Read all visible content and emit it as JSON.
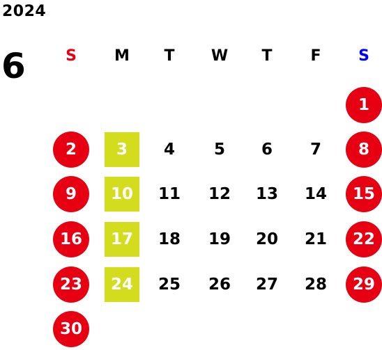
{
  "year": "2024",
  "month": "6",
  "weekdays": [
    {
      "label": "S",
      "color": "#e60012"
    },
    {
      "label": "M",
      "color": "#000000"
    },
    {
      "label": "T",
      "color": "#000000"
    },
    {
      "label": "W",
      "color": "#000000"
    },
    {
      "label": "T",
      "color": "#000000"
    },
    {
      "label": "F",
      "color": "#000000"
    },
    {
      "label": "S",
      "color": "#0000ff"
    }
  ],
  "colors": {
    "holiday_red": "#e60012",
    "highlight_green": "#d4dc1e",
    "text": "#000000"
  },
  "weeks": [
    [
      null,
      null,
      null,
      null,
      null,
      null,
      {
        "day": "1",
        "mark": "circle"
      }
    ],
    [
      {
        "day": "2",
        "mark": "circle"
      },
      {
        "day": "3",
        "mark": "square"
      },
      {
        "day": "4"
      },
      {
        "day": "5"
      },
      {
        "day": "6"
      },
      {
        "day": "7"
      },
      {
        "day": "8",
        "mark": "circle"
      }
    ],
    [
      {
        "day": "9",
        "mark": "circle"
      },
      {
        "day": "10",
        "mark": "square"
      },
      {
        "day": "11"
      },
      {
        "day": "12"
      },
      {
        "day": "13"
      },
      {
        "day": "14"
      },
      {
        "day": "15",
        "mark": "circle"
      }
    ],
    [
      {
        "day": "16",
        "mark": "circle"
      },
      {
        "day": "17",
        "mark": "square"
      },
      {
        "day": "18"
      },
      {
        "day": "19"
      },
      {
        "day": "20"
      },
      {
        "day": "21"
      },
      {
        "day": "22",
        "mark": "circle"
      }
    ],
    [
      {
        "day": "23",
        "mark": "circle"
      },
      {
        "day": "24",
        "mark": "square"
      },
      {
        "day": "25"
      },
      {
        "day": "26"
      },
      {
        "day": "27"
      },
      {
        "day": "28"
      },
      {
        "day": "29",
        "mark": "circle"
      }
    ],
    [
      {
        "day": "30",
        "mark": "circle"
      },
      null,
      null,
      null,
      null,
      null,
      null
    ]
  ]
}
